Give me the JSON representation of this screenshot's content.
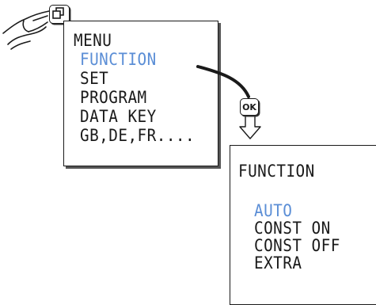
{
  "menu_screen": {
    "title": "MENU",
    "items": [
      "FUNCTION",
      "SET",
      "PROGRAM",
      "DATA KEY",
      "GB,DE,FR...."
    ],
    "selected_index": 0
  },
  "ok_key": {
    "label": "OK"
  },
  "function_screen": {
    "title": "FUNCTION",
    "items": [
      "AUTO",
      "CONST ON",
      "CONST OFF",
      "EXTRA"
    ],
    "selected_index": 0
  },
  "colors": {
    "selected_text": "#5b8ed6",
    "text": "#1a1a1a"
  }
}
